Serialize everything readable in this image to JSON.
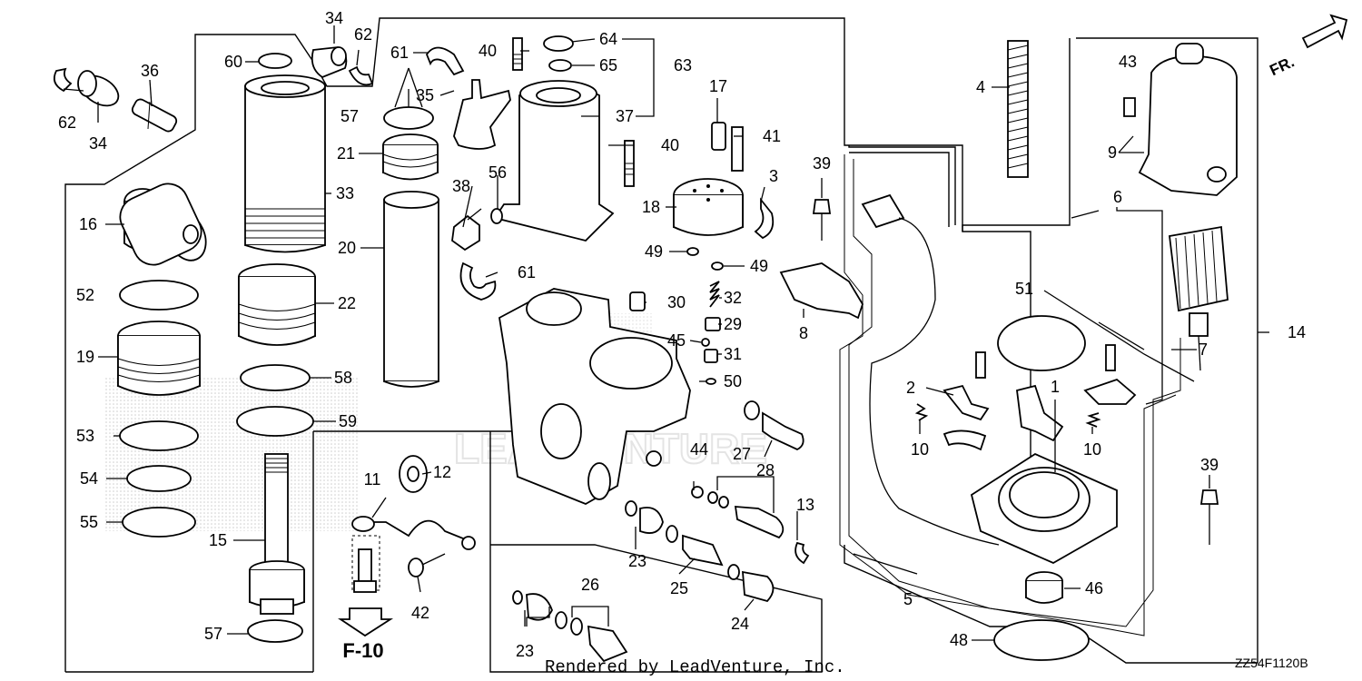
{
  "diagram": {
    "sheet_code": "ZZ54F1120B",
    "credit": "Rendered by LeadVenture, Inc.",
    "reference": "F-10",
    "direction_marker": "FR.",
    "watermark": "LEADVENTURE",
    "callouts": [
      {
        "id": "c1",
        "text": "1"
      },
      {
        "id": "c2",
        "text": "2"
      },
      {
        "id": "c3",
        "text": "3"
      },
      {
        "id": "c4",
        "text": "4"
      },
      {
        "id": "c5",
        "text": "5"
      },
      {
        "id": "c6",
        "text": "6"
      },
      {
        "id": "c7",
        "text": "7"
      },
      {
        "id": "c8",
        "text": "8"
      },
      {
        "id": "c9",
        "text": "9"
      },
      {
        "id": "c10a",
        "text": "10"
      },
      {
        "id": "c10b",
        "text": "10"
      },
      {
        "id": "c11",
        "text": "11"
      },
      {
        "id": "c12",
        "text": "12"
      },
      {
        "id": "c13",
        "text": "13"
      },
      {
        "id": "c14",
        "text": "14"
      },
      {
        "id": "c15",
        "text": "15"
      },
      {
        "id": "c16",
        "text": "16"
      },
      {
        "id": "c17",
        "text": "17"
      },
      {
        "id": "c18",
        "text": "18"
      },
      {
        "id": "c19",
        "text": "19"
      },
      {
        "id": "c20",
        "text": "20"
      },
      {
        "id": "c21",
        "text": "21"
      },
      {
        "id": "c22",
        "text": "22"
      },
      {
        "id": "c23a",
        "text": "23"
      },
      {
        "id": "c23b",
        "text": "23"
      },
      {
        "id": "c24",
        "text": "24"
      },
      {
        "id": "c25",
        "text": "25"
      },
      {
        "id": "c26",
        "text": "26"
      },
      {
        "id": "c27",
        "text": "27"
      },
      {
        "id": "c28",
        "text": "28"
      },
      {
        "id": "c29",
        "text": "29"
      },
      {
        "id": "c30",
        "text": "30"
      },
      {
        "id": "c31",
        "text": "31"
      },
      {
        "id": "c32",
        "text": "32"
      },
      {
        "id": "c33",
        "text": "33"
      },
      {
        "id": "c34a",
        "text": "34"
      },
      {
        "id": "c34b",
        "text": "34"
      },
      {
        "id": "c35",
        "text": "35"
      },
      {
        "id": "c36",
        "text": "36"
      },
      {
        "id": "c37",
        "text": "37"
      },
      {
        "id": "c38",
        "text": "38"
      },
      {
        "id": "c39a",
        "text": "39"
      },
      {
        "id": "c39b",
        "text": "39"
      },
      {
        "id": "c40a",
        "text": "40"
      },
      {
        "id": "c40b",
        "text": "40"
      },
      {
        "id": "c41",
        "text": "41"
      },
      {
        "id": "c42",
        "text": "42"
      },
      {
        "id": "c43",
        "text": "43"
      },
      {
        "id": "c44",
        "text": "44"
      },
      {
        "id": "c45",
        "text": "45"
      },
      {
        "id": "c46",
        "text": "46"
      },
      {
        "id": "c48",
        "text": "48"
      },
      {
        "id": "c49a",
        "text": "49"
      },
      {
        "id": "c49b",
        "text": "49"
      },
      {
        "id": "c50",
        "text": "50"
      },
      {
        "id": "c51",
        "text": "51"
      },
      {
        "id": "c52",
        "text": "52"
      },
      {
        "id": "c53",
        "text": "53"
      },
      {
        "id": "c54",
        "text": "54"
      },
      {
        "id": "c55",
        "text": "55"
      },
      {
        "id": "c56",
        "text": "56"
      },
      {
        "id": "c57a",
        "text": "57"
      },
      {
        "id": "c57b",
        "text": "57"
      },
      {
        "id": "c58",
        "text": "58"
      },
      {
        "id": "c59",
        "text": "59"
      },
      {
        "id": "c60",
        "text": "60"
      },
      {
        "id": "c61a",
        "text": "61"
      },
      {
        "id": "c61b",
        "text": "61"
      },
      {
        "id": "c62a",
        "text": "62"
      },
      {
        "id": "c62b",
        "text": "62"
      },
      {
        "id": "c63",
        "text": "63"
      },
      {
        "id": "c64",
        "text": "64"
      },
      {
        "id": "c65",
        "text": "65"
      }
    ]
  }
}
